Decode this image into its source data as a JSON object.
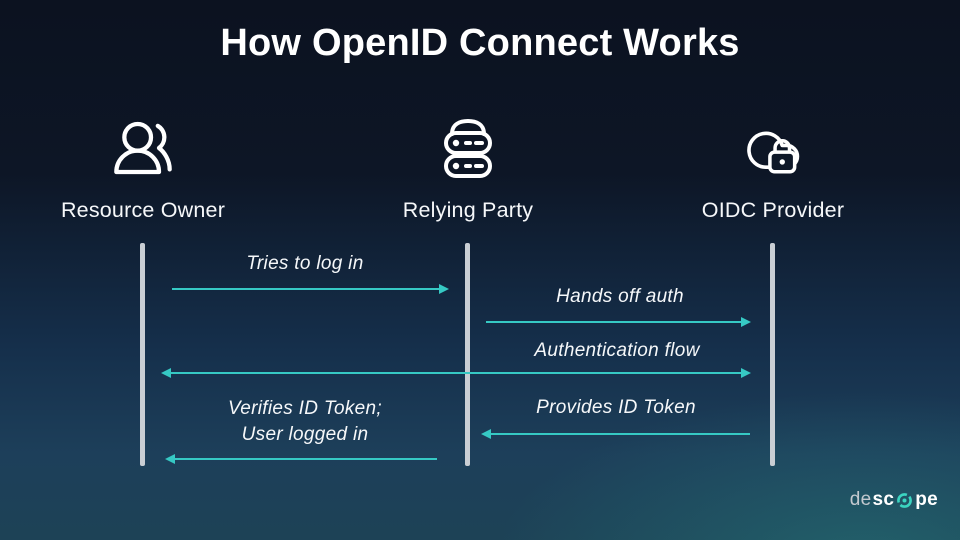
{
  "title": "How OpenID Connect Works",
  "actors": [
    {
      "label": "Resource Owner",
      "icon": "users-icon"
    },
    {
      "label": "Relying Party",
      "icon": "server-stack-icon"
    },
    {
      "label": "OIDC Provider",
      "icon": "cloud-lock-icon"
    }
  ],
  "messages": [
    {
      "label": "Tries to log in",
      "from": "Resource Owner",
      "to": "Relying Party",
      "direction": "right"
    },
    {
      "label": "Hands off auth",
      "from": "Relying Party",
      "to": "OIDC Provider",
      "direction": "right"
    },
    {
      "label": "Authentication flow",
      "from": "Resource Owner",
      "to": "OIDC Provider",
      "direction": "bidirectional"
    },
    {
      "label": "Provides ID Token",
      "from": "OIDC Provider",
      "to": "Relying Party",
      "direction": "left"
    },
    {
      "label_line1": "Verifies ID Token;",
      "label_line2": "User logged in",
      "from": "Relying Party",
      "to": "Resource Owner",
      "direction": "left"
    }
  ],
  "logo": {
    "part_light": "de",
    "part_bold1": "sc",
    "part_bold2": "pe",
    "icon": "aperture-o-icon"
  },
  "colors": {
    "arrow": "#36c9c4",
    "lifeline": "#c9ced4",
    "text": "#f6f8fa",
    "accent": "#3bd4c0",
    "background_top": "#0c1220",
    "background_bottom": "#1d4256"
  }
}
